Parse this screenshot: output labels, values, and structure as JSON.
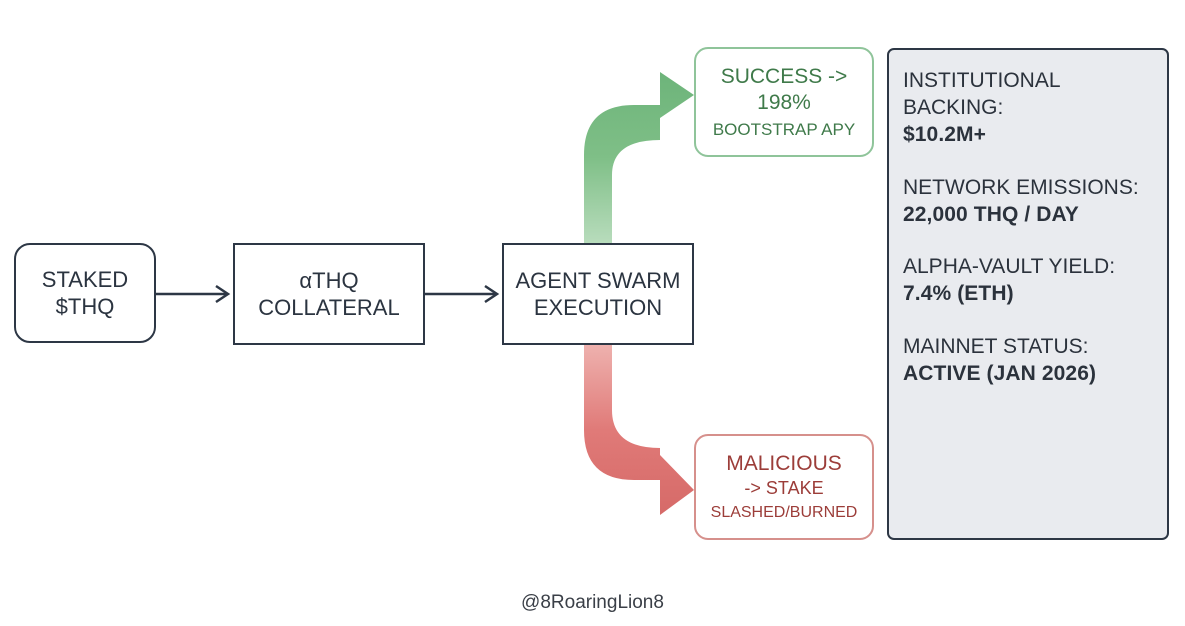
{
  "nodes": {
    "staked": {
      "line1": "STAKED",
      "line2": "$THQ"
    },
    "athq": {
      "line1": "αTHQ",
      "line2": "COLLATERAL"
    },
    "agent": {
      "line1": "AGENT SWARM",
      "line2": "EXECUTION"
    },
    "success": {
      "line1": "SUCCESS ->",
      "line2": "198%",
      "line3": "BOOTSTRAP APY"
    },
    "malicious": {
      "line1": "MALICIOUS",
      "line2": "-> STAKE",
      "line3": "SLASHED/BURNED"
    }
  },
  "stats": [
    {
      "label_line1": "INSTITUTIONAL",
      "label_line2": "BACKING:",
      "value": "$10.2M+"
    },
    {
      "label_line1": "NETWORK EMISSIONS:",
      "label_line2": "",
      "value": "22,000 THQ / DAY"
    },
    {
      "label_line1": "ALPHA-VAULT YIELD:",
      "label_line2": "",
      "value": "7.4% (ETH)"
    },
    {
      "label_line1": "MAINNET STATUS:",
      "label_line2": "",
      "value": "ACTIVE (JAN 2026)"
    }
  ],
  "credit": "@8RoaringLion8",
  "colors": {
    "success_arrow": "#7fbf87",
    "malicious_arrow": "#e07a78",
    "connector": "#2d3745",
    "panel_background": "#e9ebef"
  }
}
